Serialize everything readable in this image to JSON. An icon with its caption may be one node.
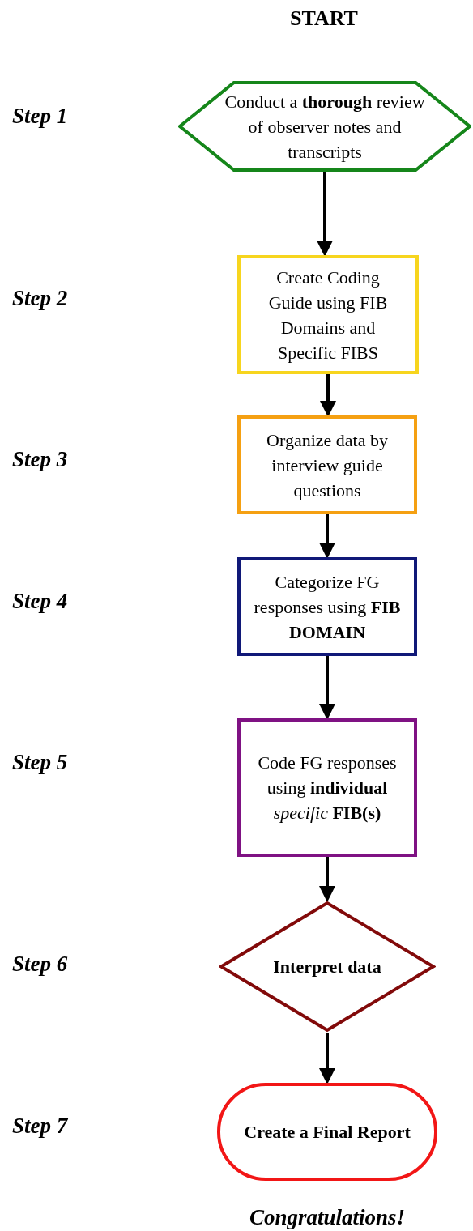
{
  "diagram": {
    "nodes": [
      {
        "text": [
          "Conduct a **thorough** review of observer notes and transcripts"
        ]
      },
      {
        "text": [
          "Create Coding Guide using FIB Domains and Specific FIBS"
        ]
      },
      {
        "text": [
          "Organize data by interview guide questions"
        ]
      },
      {
        "text": [
          "Categorize FG responses using **FIB DOMAIN**"
        ]
      },
      {
        "text": [
          "Code FG responses using **individual** *specific* **FIB(s)**"
        ]
      },
      {
        "text": [
          "Interpret data"
        ]
      },
      {
        "text": [
          "Create a Final Report"
        ]
      }
    ],
    "edges": [
      {
        "from": 0,
        "to": 1,
        "arrow": "to"
      },
      {
        "from": 1,
        "to": 2,
        "arrow": "to"
      },
      {
        "from": 2,
        "to": 3,
        "arrow": "to"
      },
      {
        "from": 3,
        "to": 4,
        "arrow": "to"
      },
      {
        "from": 4,
        "to": 5,
        "arrow": "to"
      },
      {
        "from": 5,
        "to": 6,
        "arrow": "to"
      }
    ],
    "labels": [
      "START",
      "Step 1",
      "Step 2",
      "Step 3",
      "Step 4",
      "Step 5",
      "Step 6",
      "Step 7",
      "Congratulations!"
    ]
  }
}
